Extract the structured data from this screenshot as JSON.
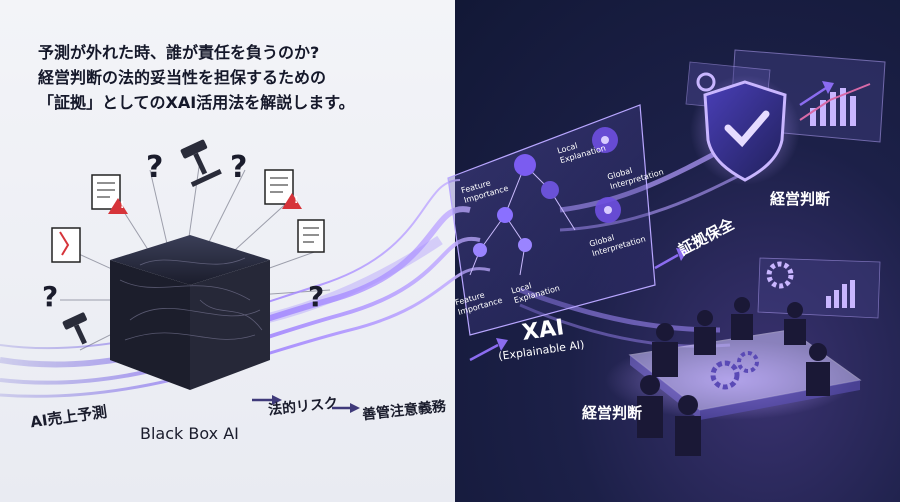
{
  "intro": {
    "line1": "予測が外れた時、誰が責任を負うのか?",
    "line2": "経営判断の法的妥当性を担保するための",
    "line3": "「証拠」としてのXAI活用法を解説します。"
  },
  "left": {
    "ai_sales_forecast": "AI売上予測",
    "black_box_ai": "Black Box AI",
    "legal_risk": "法的リスク",
    "duty_of_care": "善管注意義務"
  },
  "panel": {
    "feature_importance_top": "Feature\nImportance",
    "local_explanation_top": "Local\nExplanation",
    "global_interpretation_right": "Global\nInterpretation",
    "global_interpretation_low": "Global\nInterpretation",
    "feature_importance_bottom": "Feature\nImportance",
    "local_explanation_bottom": "Local\nExplanation"
  },
  "right": {
    "xai_title": "XAI",
    "xai_subtitle": "(Explainable AI)",
    "evidence_preservation": "証拠保全",
    "management_judgment_top": "経営判断",
    "management_judgment_bottom": "経営判断"
  },
  "icons": {
    "question_mark": "?",
    "warning_mark": "!"
  },
  "colors": {
    "accent_purple": "#8b6cf0",
    "light_purple": "#c7b4ff",
    "warning_red": "#d6343a",
    "dark_navy": "#121836"
  }
}
